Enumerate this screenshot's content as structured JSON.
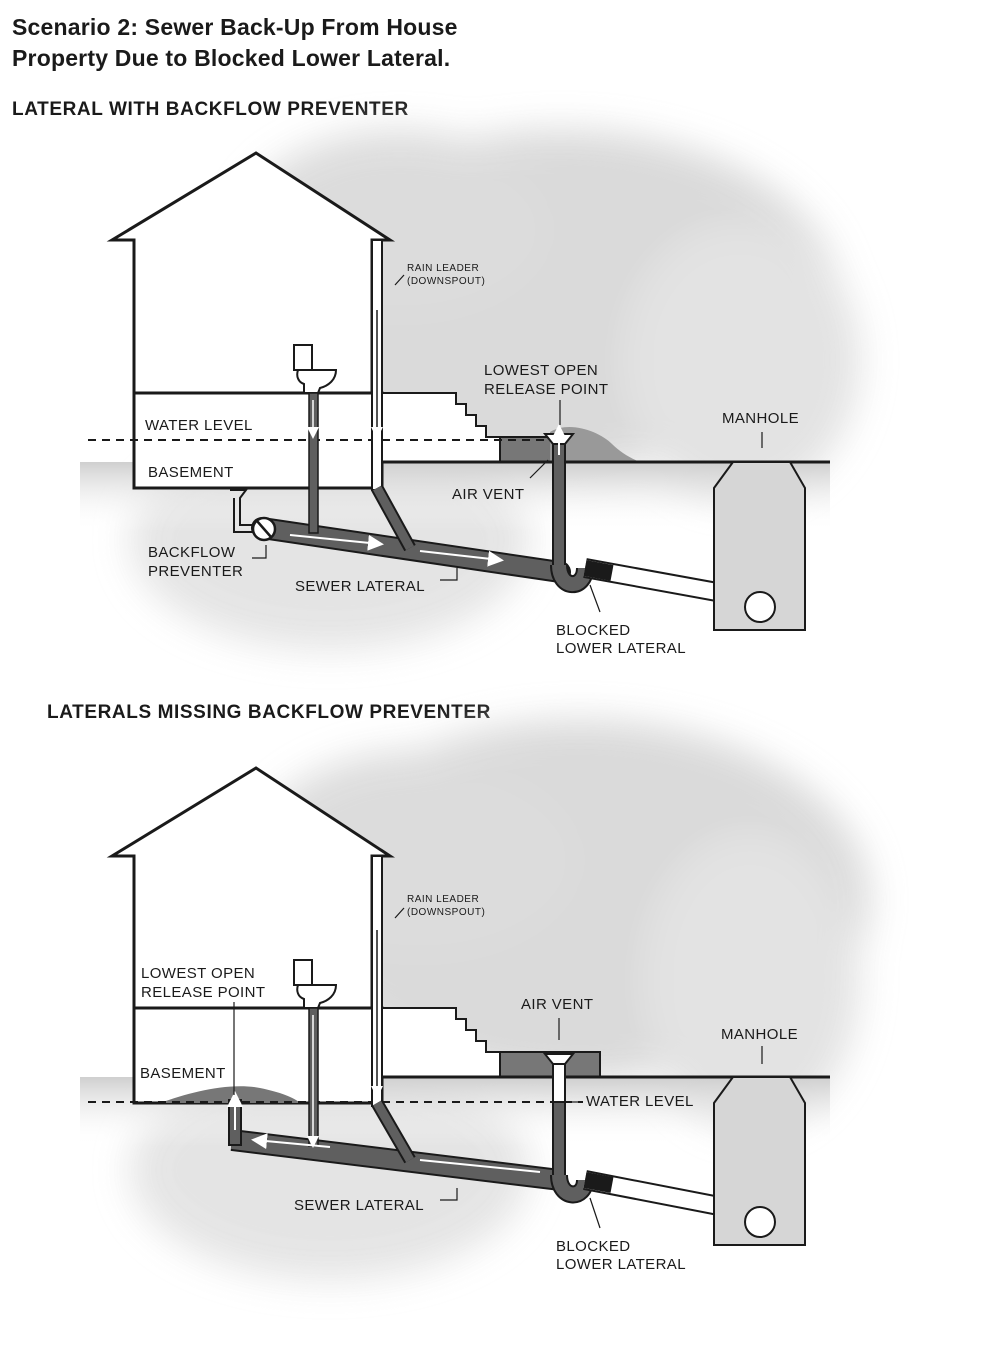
{
  "title": {
    "line1": "Scenario 2: Sewer Back-Up From House",
    "line2": "Property Due to Blocked Lower Lateral."
  },
  "panels": [
    {
      "heading": "LATERAL WITH BACKFLOW PREVENTER",
      "labels": {
        "rain_leader_1": "RAIN LEADER",
        "rain_leader_2": "(DOWNSPOUT)",
        "lowest_open_1": "LOWEST OPEN",
        "lowest_open_2": "RELEASE POINT",
        "manhole": "MANHOLE",
        "water_level": "WATER LEVEL",
        "basement": "BASEMENT",
        "air_vent": "AIR VENT",
        "backflow_1": "BACKFLOW",
        "backflow_2": "PREVENTER",
        "sewer_lateral": "SEWER LATERAL",
        "blocked_1": "BLOCKED",
        "blocked_2": "LOWER LATERAL"
      }
    },
    {
      "heading": "LATERALS MISSING BACKFLOW PREVENTER",
      "labels": {
        "rain_leader_1": "RAIN LEADER",
        "rain_leader_2": "(DOWNSPOUT)",
        "lowest_open_1": "LOWEST OPEN",
        "lowest_open_2": "RELEASE POINT",
        "air_vent": "AIR VENT",
        "manhole": "MANHOLE",
        "basement": "BASEMENT",
        "water_level": "WATER LEVEL",
        "sewer_lateral": "SEWER LATERAL",
        "blocked_1": "BLOCKED",
        "blocked_2": "LOWER LATERAL"
      }
    }
  ]
}
